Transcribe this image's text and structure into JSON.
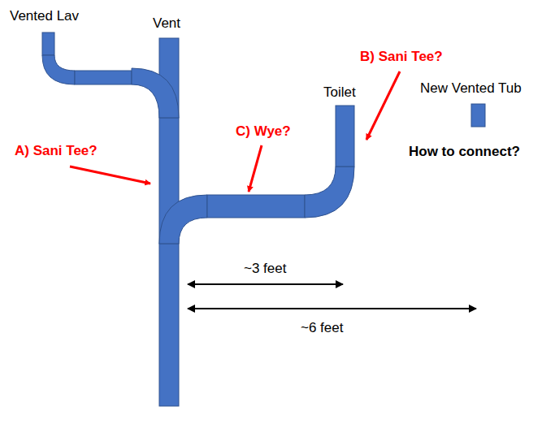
{
  "diagram": {
    "labels": [
      "Vented Lav",
      "Vent",
      "Toilet",
      "New Vented Tub",
      "How to connect?",
      "A) Sani Tee?",
      "B) Sani Tee?",
      "C) Wye?",
      "~3 feet",
      "~6 feet"
    ]
  }
}
